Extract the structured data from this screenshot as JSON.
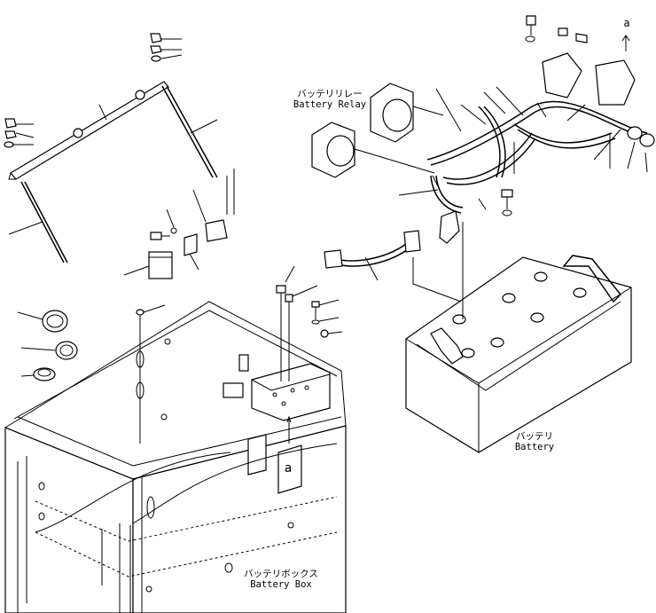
{
  "labels": {
    "battery_relay_jp": "バッテリリレー",
    "battery_relay_en": "Battery Relay",
    "battery_jp": "バッテリ",
    "battery_en": "Battery",
    "battery_box_jp": "バッテリボックス",
    "battery_box_en": "Battery Box",
    "ref_a_box": "a",
    "ref_a_top": "a"
  }
}
